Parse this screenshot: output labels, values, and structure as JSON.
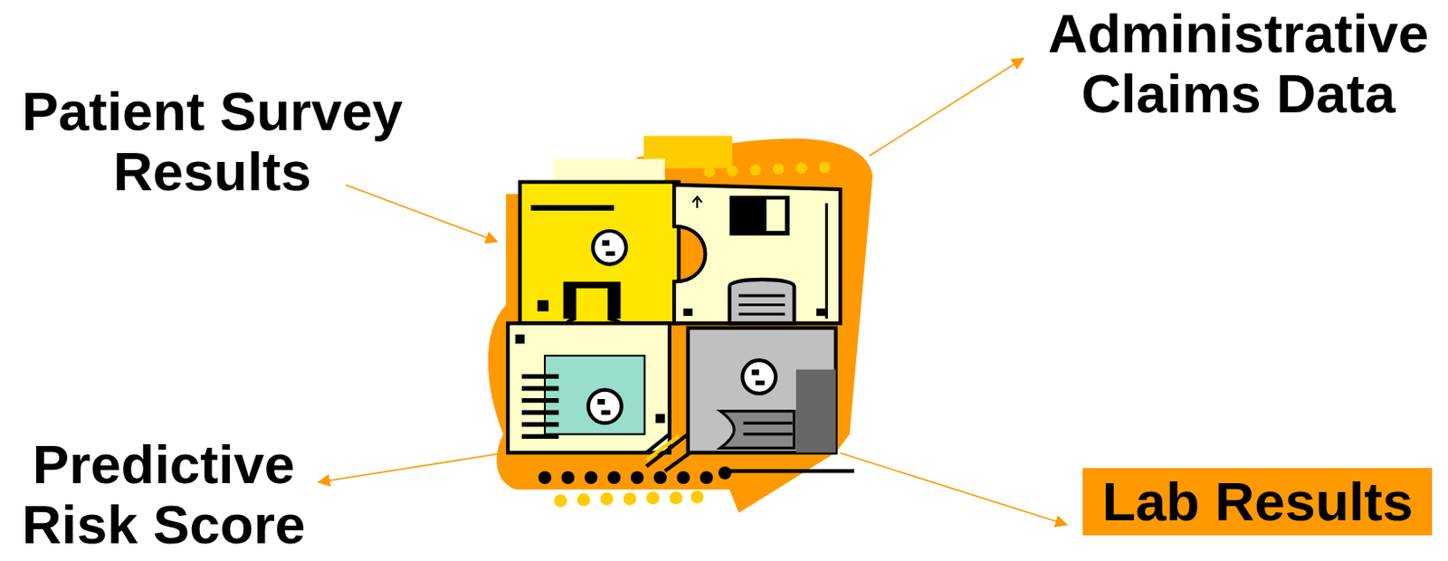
{
  "diagram": {
    "nodes": [
      {
        "text": [
          "Lab Results"
        ]
      }
    ],
    "labels": [
      "Patient Survey Results",
      "Administrative Claims Data",
      "Predictive Risk Score"
    ]
  }
}
